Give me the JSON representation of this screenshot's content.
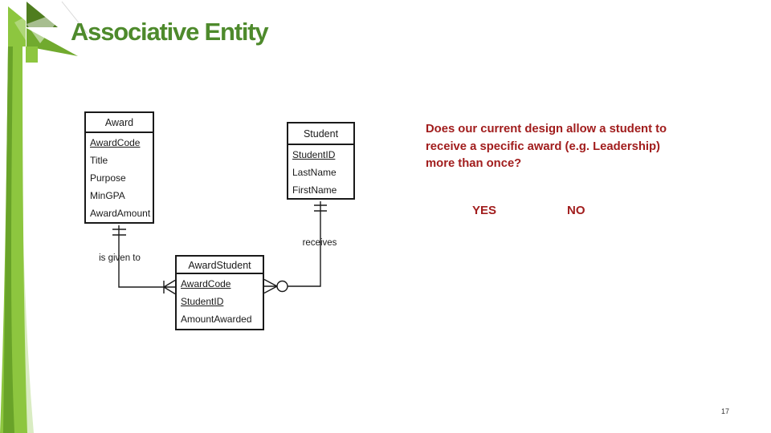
{
  "slide": {
    "title": "Associative Entity",
    "page_number": "17"
  },
  "colors": {
    "title_green": "#4e8a2c",
    "accent_bright_green": "#8dc63f",
    "accent_dark_green": "#4f7d1f",
    "accent_medium_green": "#71aa2e",
    "accent_light_green": "#d9ecc2",
    "question_red": "#a11d1d",
    "diagram_stroke": "#1a1a1a"
  },
  "diagram": {
    "entities": [
      {
        "name": "Award",
        "attributes": [
          {
            "label": "AwardCode",
            "key": true
          },
          {
            "label": "Title",
            "key": false
          },
          {
            "label": "Purpose",
            "key": false
          },
          {
            "label": "MinGPA",
            "key": false
          },
          {
            "label": "AwardAmount",
            "key": false
          }
        ]
      },
      {
        "name": "Student",
        "attributes": [
          {
            "label": "StudentID",
            "key": true
          },
          {
            "label": "LastName",
            "key": false
          },
          {
            "label": "FirstName",
            "key": false
          }
        ]
      },
      {
        "name": "AwardStudent",
        "attributes": [
          {
            "label": "AwardCode",
            "key": true
          },
          {
            "label": "StudentID",
            "key": true
          },
          {
            "label": "AmountAwarded",
            "key": false
          }
        ]
      }
    ],
    "relationships": [
      {
        "label": "is given to",
        "cardinality": "one-to-many mandatory"
      },
      {
        "label": "receives",
        "cardinality": "one-to-many optional"
      }
    ]
  },
  "question": {
    "lines": [
      "Does our current design allow a student to",
      "receive a specific award (e.g. Leadership)",
      "more than once?"
    ],
    "options": [
      {
        "label": "YES"
      },
      {
        "label": "NO"
      }
    ]
  }
}
